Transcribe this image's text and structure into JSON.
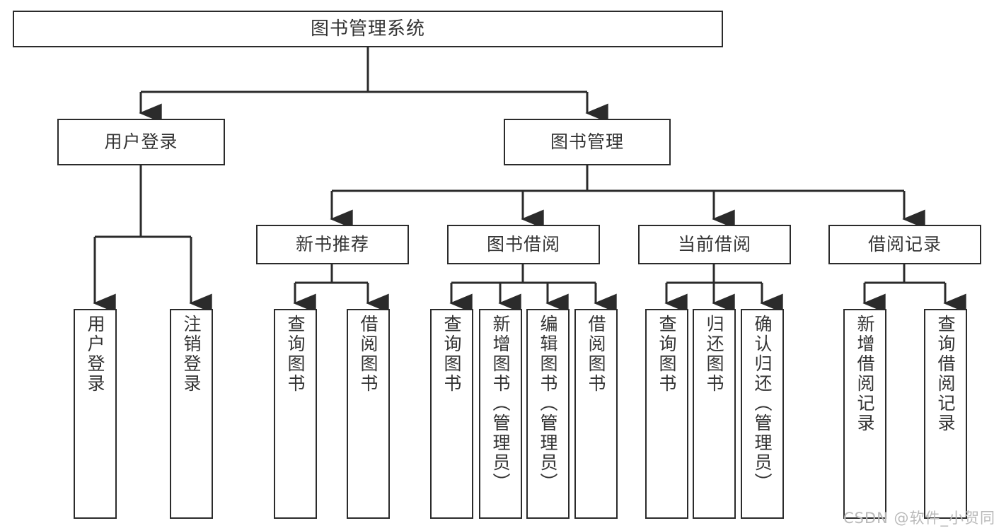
{
  "diagram": {
    "title": "图书管理系统",
    "type": "tree-hierarchy",
    "watermark": "CSDN @软件_小贺同学",
    "colors": {
      "stroke": "#2b2b2b",
      "fill": "#ffffff",
      "text": "#333333",
      "watermark": "#b9b9b9"
    },
    "levels": {
      "root": {
        "label": "图书管理系统"
      },
      "level2": [
        {
          "label": "用户登录"
        },
        {
          "label": "图书管理"
        }
      ],
      "level3": [
        {
          "label": "新书推荐"
        },
        {
          "label": "图书借阅"
        },
        {
          "label": "当前借阅"
        },
        {
          "label": "借阅记录"
        }
      ],
      "leaves": {
        "user_login": [
          {
            "label": "用户登录"
          },
          {
            "label": "注销登录"
          }
        ],
        "new_book_recommend": [
          {
            "label": "查询图书"
          },
          {
            "label": "借阅图书"
          }
        ],
        "book_borrow": [
          {
            "label": "查询图书"
          },
          {
            "label": "新增图书（管理员）"
          },
          {
            "label": "编辑图书（管理员）"
          },
          {
            "label": "借阅图书"
          }
        ],
        "current_borrow": [
          {
            "label": "查询图书"
          },
          {
            "label": "归还图书"
          },
          {
            "label": "确认归还（管理员）"
          }
        ],
        "borrow_record": [
          {
            "label": "新增借阅记录"
          },
          {
            "label": "查询借阅记录"
          }
        ]
      }
    }
  }
}
